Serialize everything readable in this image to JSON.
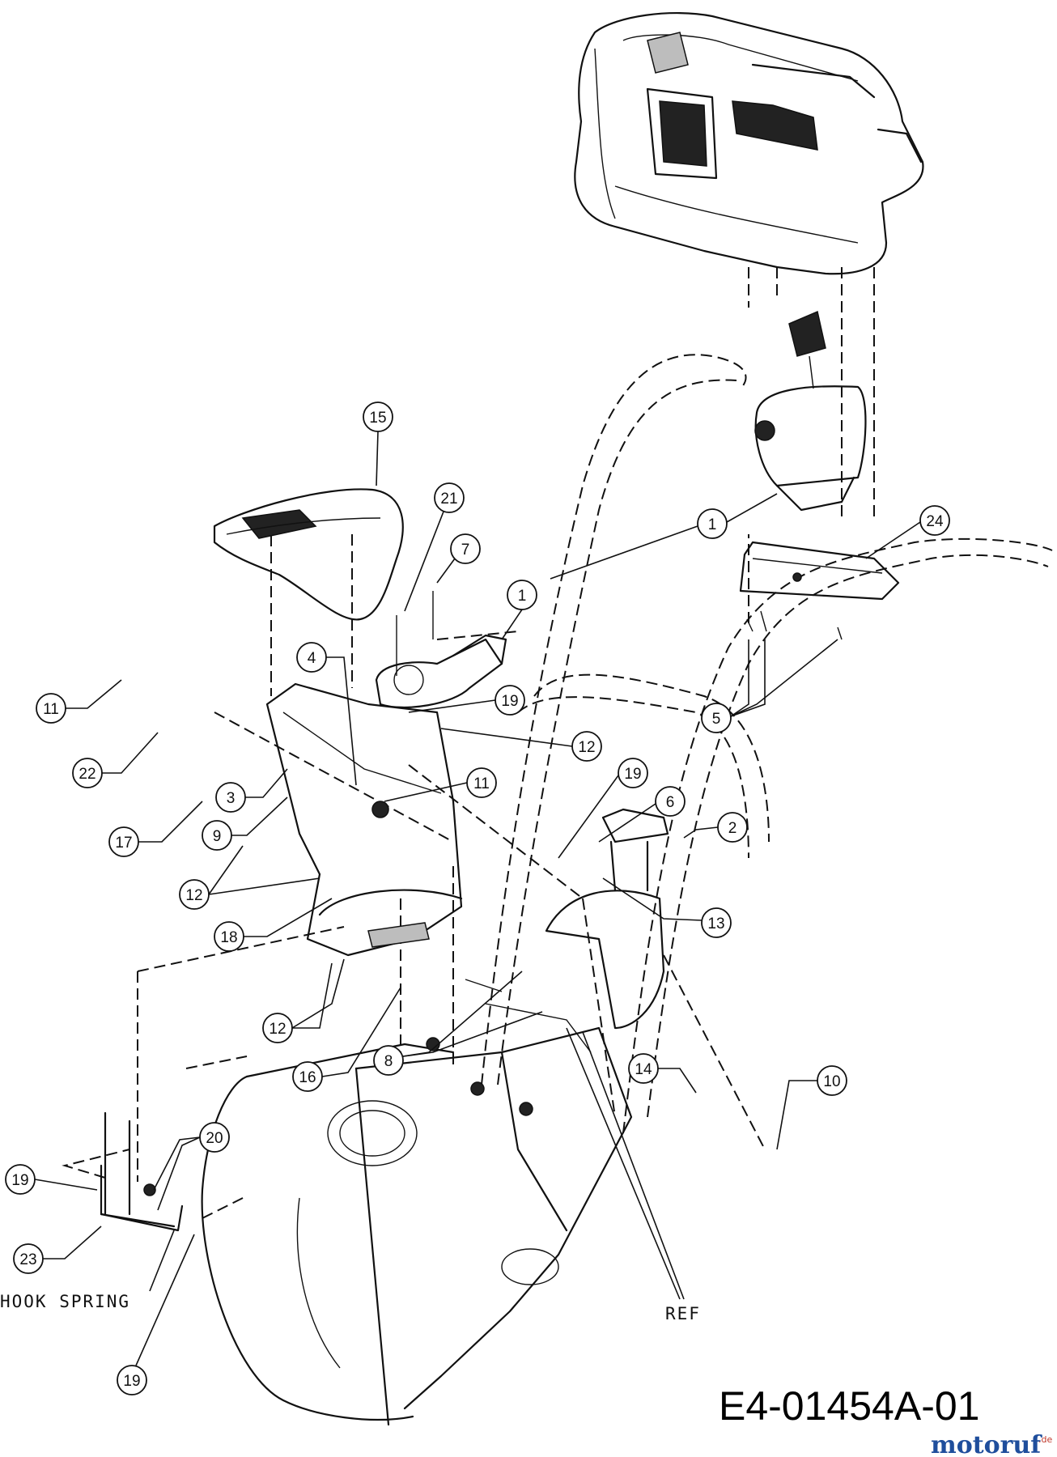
{
  "diagram": {
    "code": "E4-01454A-01",
    "brand": {
      "text": "motoruf",
      "suffix": ".de",
      "color_main": "#1f4e9c",
      "color_accent": "#c0392b"
    },
    "labels": [
      {
        "text": "HOOK SPRING",
        "name": "label-hook-spring"
      },
      {
        "text": "REF",
        "name": "label-ref"
      }
    ],
    "callouts": [
      {
        "num": "15",
        "id": "c15"
      },
      {
        "num": "21",
        "id": "c21"
      },
      {
        "num": "7",
        "id": "c7"
      },
      {
        "num": "1",
        "id": "c1a"
      },
      {
        "num": "1",
        "id": "c1b"
      },
      {
        "num": "24",
        "id": "c24"
      },
      {
        "num": "4",
        "id": "c4"
      },
      {
        "num": "19",
        "id": "c19a"
      },
      {
        "num": "12",
        "id": "c12a"
      },
      {
        "num": "5",
        "id": "c5"
      },
      {
        "num": "11",
        "id": "c11a"
      },
      {
        "num": "22",
        "id": "c22"
      },
      {
        "num": "17",
        "id": "c17"
      },
      {
        "num": "3",
        "id": "c3"
      },
      {
        "num": "11",
        "id": "c11b"
      },
      {
        "num": "19",
        "id": "c19b"
      },
      {
        "num": "6",
        "id": "c6"
      },
      {
        "num": "2",
        "id": "c2"
      },
      {
        "num": "9",
        "id": "c9"
      },
      {
        "num": "12",
        "id": "c12b"
      },
      {
        "num": "18",
        "id": "c18"
      },
      {
        "num": "13",
        "id": "c13"
      },
      {
        "num": "12",
        "id": "c12c"
      },
      {
        "num": "16",
        "id": "c16"
      },
      {
        "num": "8",
        "id": "c8"
      },
      {
        "num": "14",
        "id": "c14"
      },
      {
        "num": "10",
        "id": "c10"
      },
      {
        "num": "20",
        "id": "c20"
      },
      {
        "num": "19",
        "id": "c19c"
      },
      {
        "num": "23",
        "id": "c23"
      },
      {
        "num": "19",
        "id": "c19d"
      }
    ]
  }
}
